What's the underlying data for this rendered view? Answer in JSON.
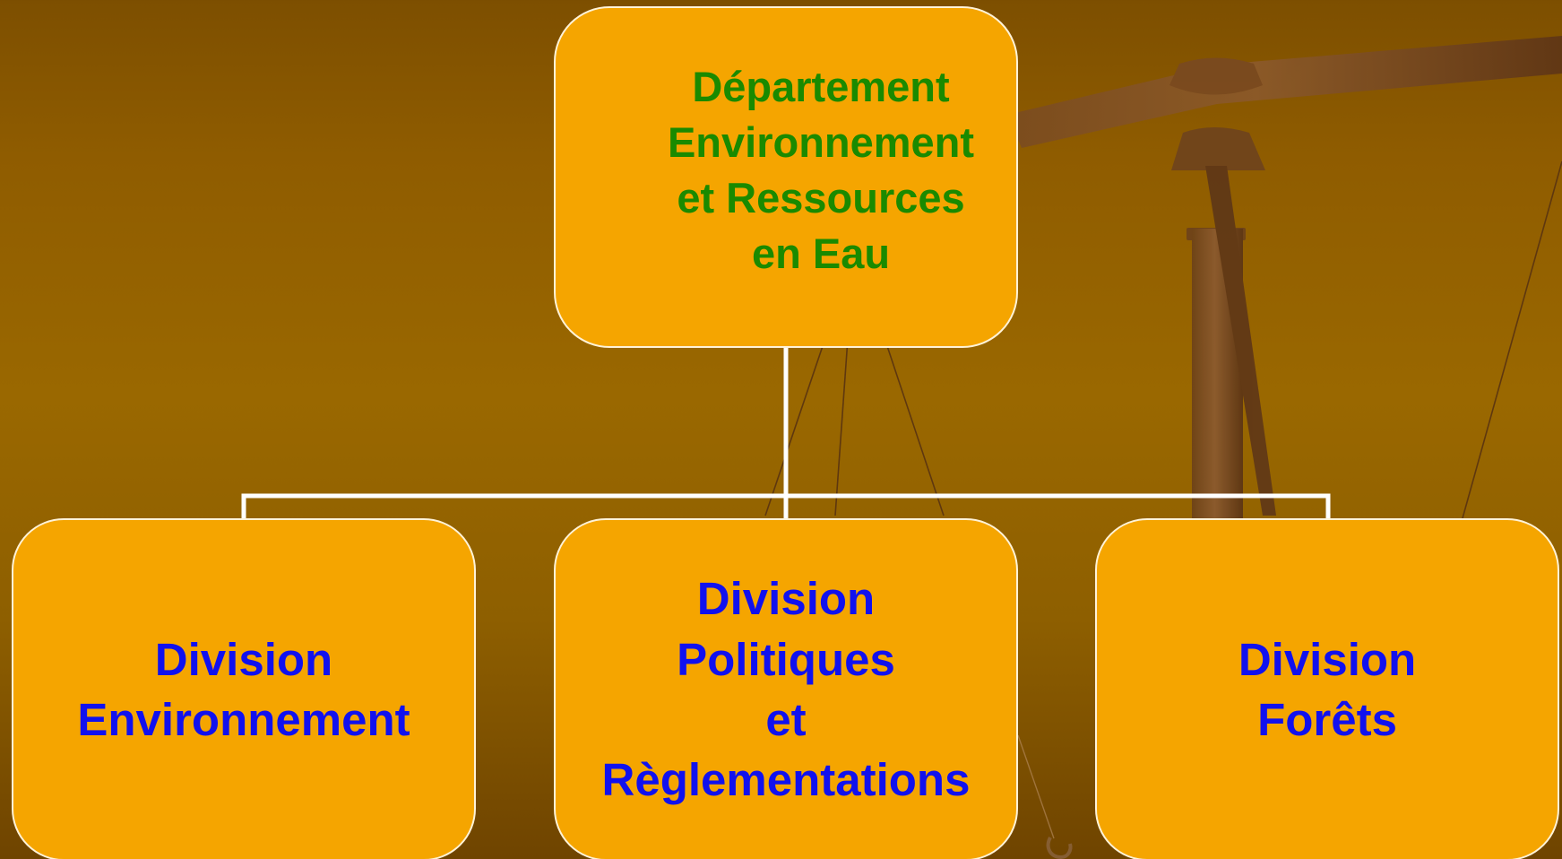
{
  "diagram": {
    "root": {
      "label": "Département\nEnvironnement\net Ressources\nen Eau",
      "text_color": "#1a8a00",
      "box_color": "#f5a500"
    },
    "children": [
      {
        "label": "Division\nEnvironnement",
        "text_color": "#1111ee"
      },
      {
        "label": "Division\nPolitiques\net\nRèglementations",
        "text_color": "#1111ee"
      },
      {
        "label": "Division\nForêts",
        "text_color": "#1111ee"
      }
    ],
    "connector_color": "#ffffff",
    "background": {
      "primary_color": "#8f5c00",
      "motif": "balance-scale-icon"
    }
  }
}
